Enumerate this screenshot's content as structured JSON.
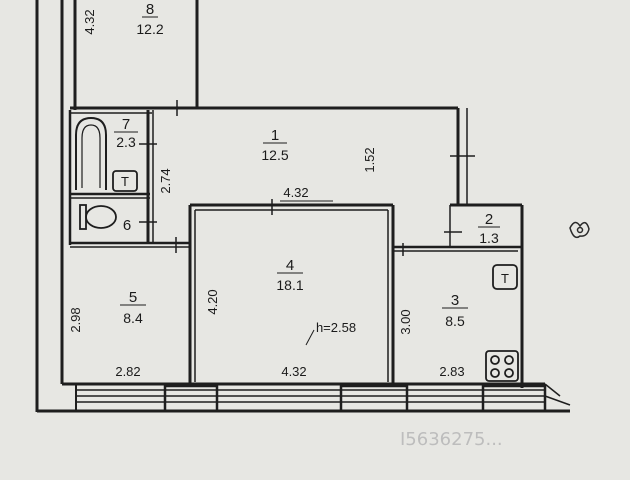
{
  "rooms": {
    "r8": {
      "number": "8",
      "area": "12.2",
      "side": "4.32"
    },
    "r7": {
      "number": "7",
      "area": "2.3"
    },
    "r1": {
      "number": "1",
      "area": "12.5"
    },
    "r6": {
      "number": "6"
    },
    "r2": {
      "number": "2",
      "area": "1.3"
    },
    "r5": {
      "number": "5",
      "area": "8.4"
    },
    "r4": {
      "number": "4",
      "area": "18.1"
    },
    "r3": {
      "number": "3",
      "area": "8.5"
    }
  },
  "dimensions": {
    "hall_right": "1.52",
    "hall_left": "2.74",
    "room4_top": "4.32",
    "room4_left": "4.20",
    "room4_bottom": "4.32",
    "room4_height": "h=2.58",
    "room5_left": "2.98",
    "room5_bottom": "2.82",
    "room3_left": "3.00",
    "room3_bottom": "2.83"
  },
  "symbols": {
    "toilet_letter": "T",
    "kitchen_letter": "T"
  },
  "watermark": "I5636275...",
  "icons": [
    "bathtub-icon",
    "toilet-icon",
    "stove-icon",
    "gas-riser-icon",
    "compass-icon"
  ]
}
